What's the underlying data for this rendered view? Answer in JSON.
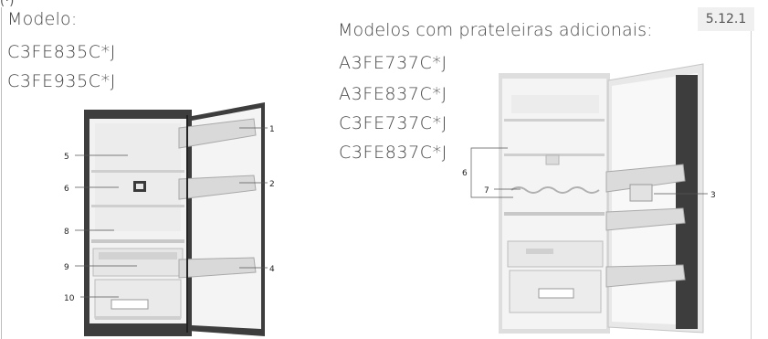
{
  "header_fragment": "(·)",
  "section": "5.12.1",
  "left_panel": {
    "label": "Modelo:",
    "models": [
      "C3FE835C*J",
      "C3FE935C*J"
    ],
    "callouts": [
      "1",
      "2",
      "4",
      "5",
      "6",
      "8",
      "9",
      "10"
    ]
  },
  "right_panel": {
    "label": "Modelos com prateleiras adicionais:",
    "models": [
      "A3FE737C*J",
      "A3FE837C*J",
      "C3FE737C*J",
      "C3FE837C*J"
    ],
    "callouts": [
      "3",
      "6",
      "7"
    ]
  },
  "colors": {
    "text": "#444444",
    "fridge_body": "#3d3d3d",
    "fridge_interior": "#f2f2f2",
    "shelf_glass": "#dcdcdc"
  }
}
